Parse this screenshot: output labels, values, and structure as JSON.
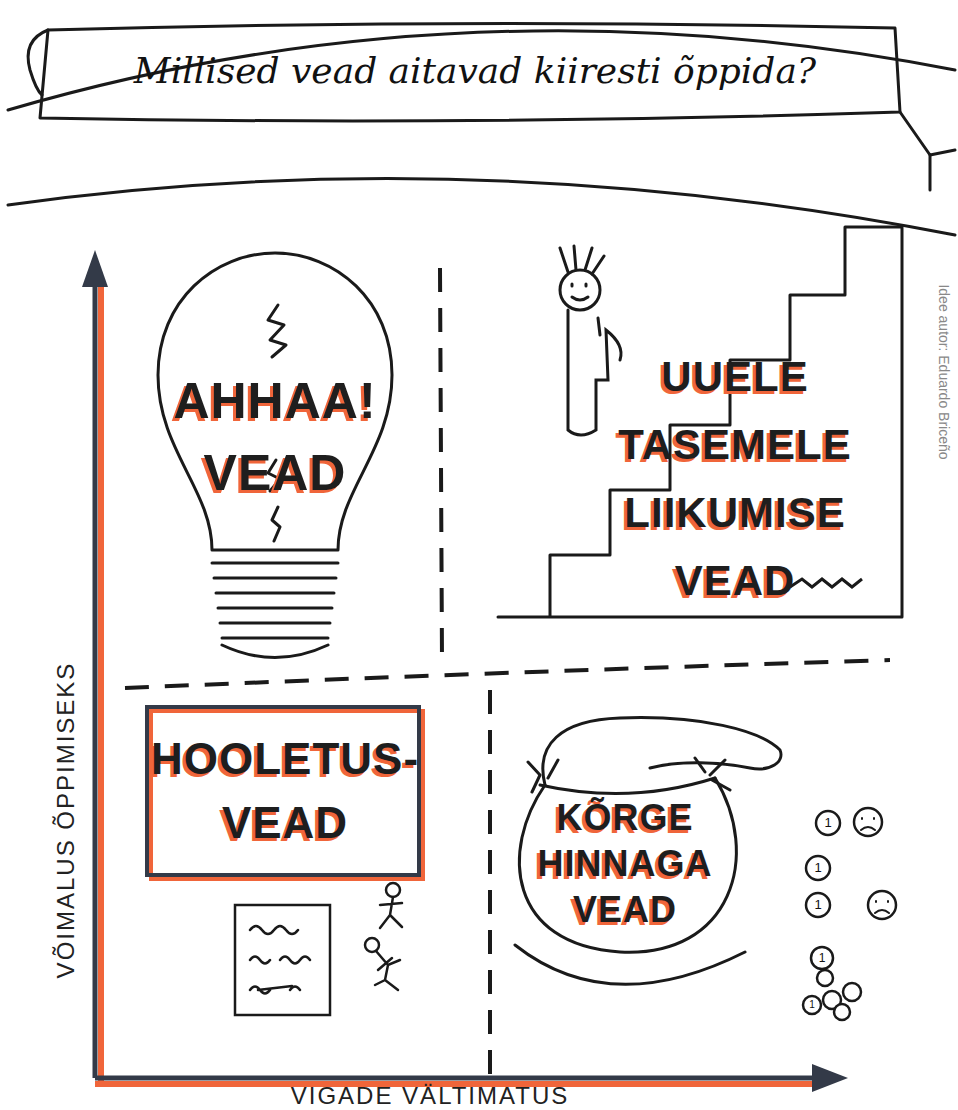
{
  "diagram": {
    "title": "Millised vead aitavad kiiresti õppida?",
    "nodes": [
      {
        "text": [
          "AHHAA! VEAD"
        ]
      },
      {
        "text": [
          "UUELE TASEMELE LIIKUMISE VEAD"
        ]
      },
      {
        "text": [
          "HOOLETUS- VEAD"
        ]
      },
      {
        "text": [
          "KÕRGE HINNAGA VEAD"
        ]
      }
    ],
    "labels": [
      "VÕIMALUS ÕPPIMISEKS",
      "VIGADE VÄLTIMATUS",
      "Idee autor: Eduardo Briceño",
      "1",
      "1",
      "1",
      "1",
      "1"
    ]
  }
}
